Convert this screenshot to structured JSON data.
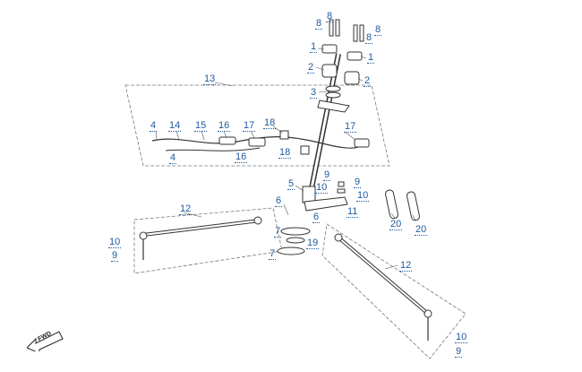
{
  "diagram": {
    "callouts": [
      {
        "id": "c8a",
        "label": "8"
      },
      {
        "id": "c8b",
        "label": "8"
      },
      {
        "id": "c8c",
        "label": "8"
      },
      {
        "id": "c8d",
        "label": "8"
      },
      {
        "id": "c1a",
        "label": "1"
      },
      {
        "id": "c1b",
        "label": "1"
      },
      {
        "id": "c2a",
        "label": "2"
      },
      {
        "id": "c2b",
        "label": "2"
      },
      {
        "id": "c3",
        "label": "3"
      },
      {
        "id": "c13",
        "label": "13"
      },
      {
        "id": "c4a",
        "label": "4"
      },
      {
        "id": "c4b",
        "label": "4"
      },
      {
        "id": "c14",
        "label": "14"
      },
      {
        "id": "c15",
        "label": "15"
      },
      {
        "id": "c16a",
        "label": "16"
      },
      {
        "id": "c16b",
        "label": "16"
      },
      {
        "id": "c17a",
        "label": "17"
      },
      {
        "id": "c17b",
        "label": "17"
      },
      {
        "id": "c18a",
        "label": "18"
      },
      {
        "id": "c18b",
        "label": "18"
      },
      {
        "id": "c5",
        "label": "5"
      },
      {
        "id": "c9a",
        "label": "9"
      },
      {
        "id": "c9b",
        "label": "9"
      },
      {
        "id": "c10a",
        "label": "10"
      },
      {
        "id": "c10b",
        "label": "10"
      },
      {
        "id": "c11",
        "label": "11"
      },
      {
        "id": "c6a",
        "label": "6"
      },
      {
        "id": "c6b",
        "label": "6"
      },
      {
        "id": "c12a",
        "label": "12"
      },
      {
        "id": "c12b",
        "label": "12"
      },
      {
        "id": "c20a",
        "label": "20"
      },
      {
        "id": "c20b",
        "label": "20"
      },
      {
        "id": "c7a",
        "label": "7"
      },
      {
        "id": "c7b",
        "label": "7"
      },
      {
        "id": "c19",
        "label": "19"
      },
      {
        "id": "c10c",
        "label": "10"
      },
      {
        "id": "c9c",
        "label": "9"
      },
      {
        "id": "c10d",
        "label": "10"
      },
      {
        "id": "c9d",
        "label": "9"
      }
    ],
    "fwd_label": "FWD",
    "colors": {
      "callout": "#1e5aa0",
      "line": "#555555",
      "part": "#333333"
    }
  }
}
